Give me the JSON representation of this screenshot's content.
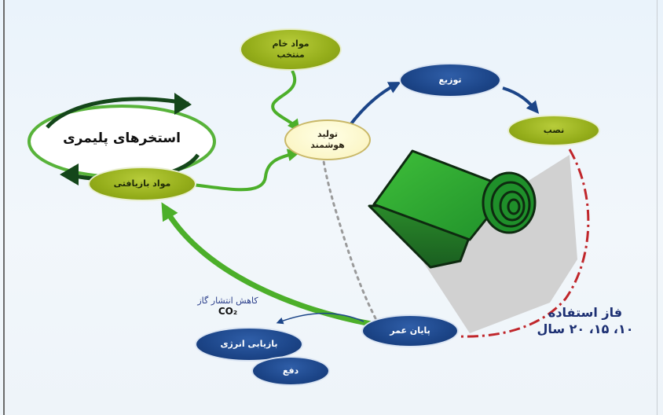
{
  "nodes": {
    "raw_materials": "مواد خام منتخب",
    "smart_production": "تولید هوشمند",
    "distribution": "توزیع",
    "installation": "نصب",
    "recycled_materials": "مواد بازیافتی",
    "end_of_life": "پایان عمر",
    "energy_recovery": "بازیابی انرژی",
    "disposal": "دفع"
  },
  "polymer_pools": "استخرهای پلیمری",
  "co2_reduction": {
    "line1": "کاهش انتشار گاز",
    "line2": "CO₂"
  },
  "usage_phase": {
    "line1": "فاز استفاده",
    "line2": "۱۰، ۱۵، ۲۰ سال"
  },
  "colors": {
    "olive": "#94ad1a",
    "navy": "#1c4588",
    "green_arrow": "#4caf2a",
    "dark_green": "#14461a",
    "red_dashed": "#c0262b",
    "gray_dotted": "#9a9a9a",
    "usage_wedge": "#cfcfcf"
  },
  "icons": [
    "carpet-roll-icon"
  ]
}
